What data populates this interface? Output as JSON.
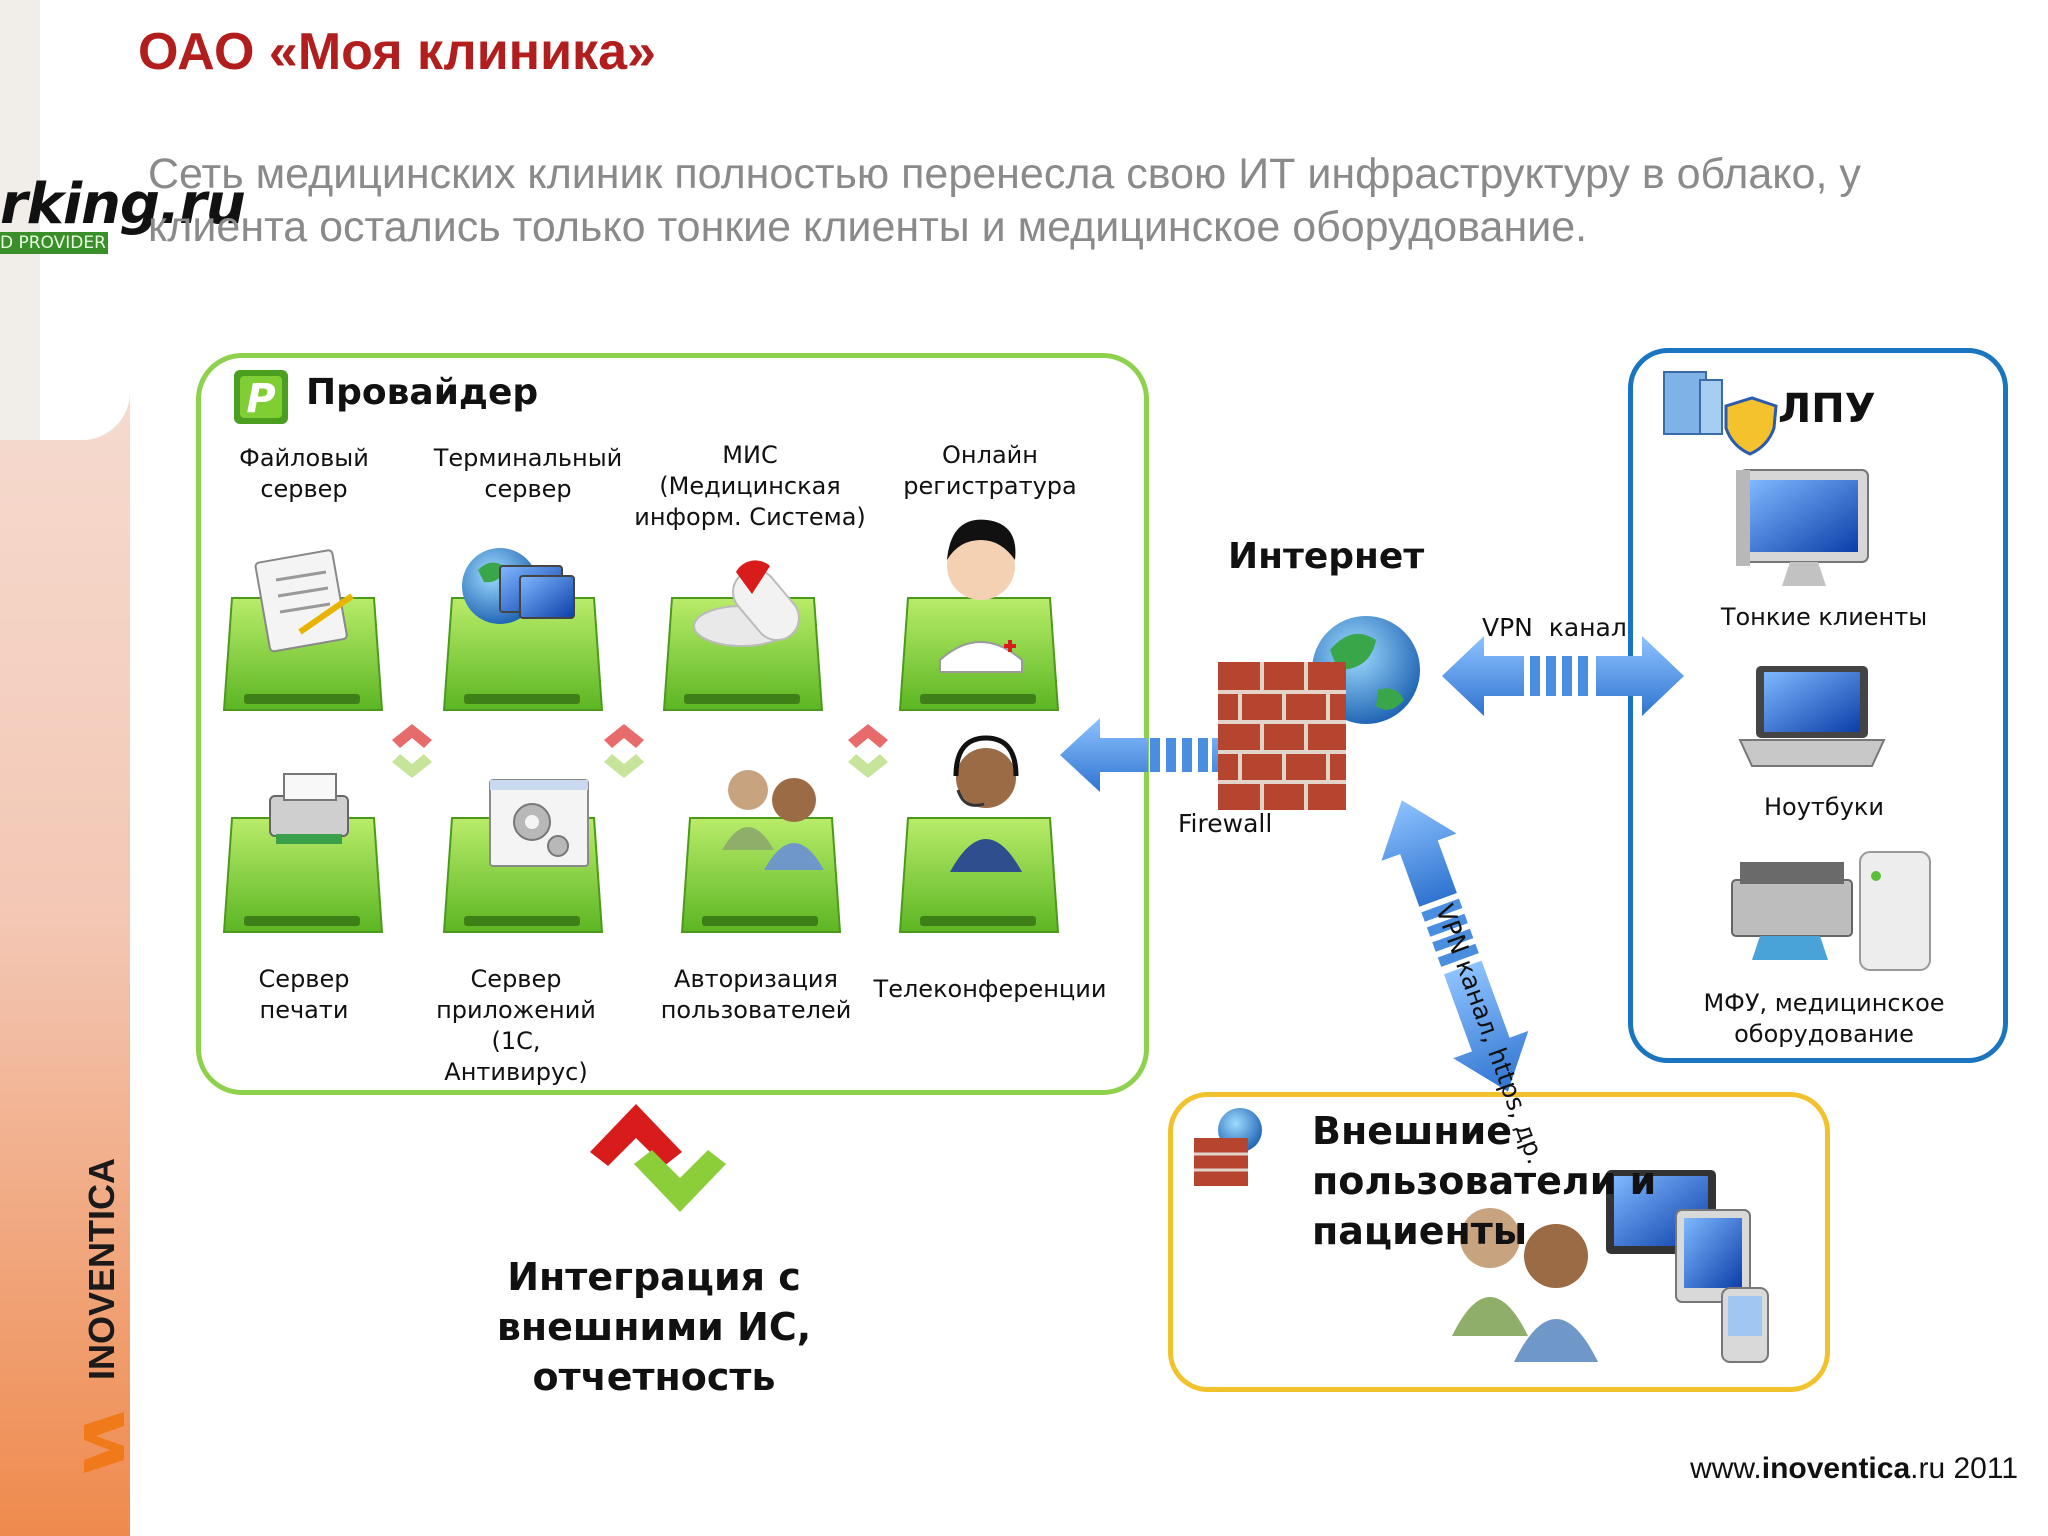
{
  "header": {
    "title": "ОАО «Моя клиника»",
    "subtitle": "Сеть медицинских клиник полностью перенесла свою ИТ инфраструктуру в облако, у клиента остались только тонкие клиенты и медицинское оборудование."
  },
  "branding": {
    "partner_logo": "rking.ru",
    "partner_badge": "D PROVIDER",
    "vendor": "INOVENTICA",
    "footer_prefix": "www.",
    "footer_bold": "inoventica",
    "footer_suffix": ".ru 2011"
  },
  "provider": {
    "title": "Провайдер",
    "services": [
      "Файловый сервер",
      "Терминальный сервер",
      "МИС (Медицинская информ. Система)",
      "Онлайн регистратура",
      "Сервер печати",
      "Сервер приложений (1С, Антивирус)",
      "Авторизация пользователей",
      "Телеконференции"
    ]
  },
  "internet": {
    "title": "Интернет",
    "firewall": "Firewall",
    "vpn_lpu": "VPN  канал",
    "vpn_ext": "VPN канал, https, др."
  },
  "lpu": {
    "title": "ЛПУ",
    "items": [
      "Тонкие клиенты",
      "Ноутбуки",
      "МФУ, медицинское оборудование"
    ]
  },
  "external": {
    "title": "Внешние пользователи и пациенты"
  },
  "integration": {
    "label": "Интеграция с внешними ИС, отчетность"
  },
  "colors": {
    "title_red": "#b21d1d",
    "provider_green": "#8ed14c",
    "lpu_blue": "#1a74c0",
    "external_yellow": "#f2c22c",
    "arrow_blue": "#4a8ee0"
  }
}
